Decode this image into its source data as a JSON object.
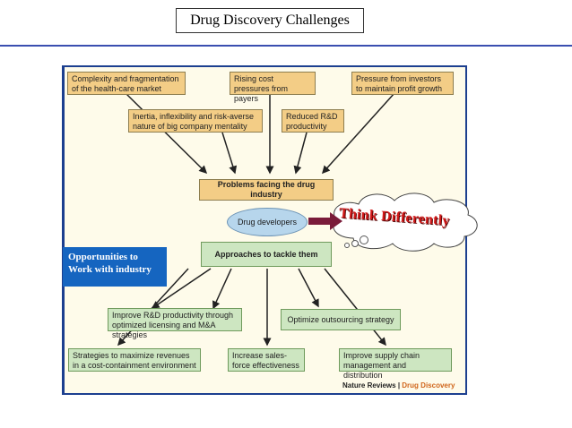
{
  "title": "Drug Discovery Challenges",
  "diagram": {
    "top_boxes": [
      "Complexity and fragmentation of the health-care market",
      "Rising cost pressures from payers",
      "Pressure from investors to maintain profit growth"
    ],
    "mid_boxes": [
      "Inertia, inflexibility and risk-averse nature of big company mentality",
      "Reduced R&D productivity"
    ],
    "problems": "Problems facing the drug industry",
    "developers": "Drug developers",
    "approaches": "Approaches to tackle them",
    "strategy_row1": [
      "Improve R&D productivity through optimized licensing and M&A strategies",
      "Optimize outsourcing strategy"
    ],
    "strategy_row2": [
      "Strategies to maximize revenues in a cost-containment environment",
      "Increase sales-force effectiveness",
      "Improve supply chain management and distribution"
    ],
    "callout": "Opportunities to Work with industry",
    "think": "Think Differently",
    "footer_main": "Nature Reviews",
    "footer_sep": " | ",
    "footer_accent": "Drug Discovery"
  },
  "colors": {
    "rule": "#3a4fb0",
    "panel_border": "#1c3f8f",
    "tan_box": "#f3cd86",
    "green_box": "#cde6c1",
    "callout": "#1565c0",
    "think_text": "#d01818",
    "arrow": "#7a1b3a"
  }
}
